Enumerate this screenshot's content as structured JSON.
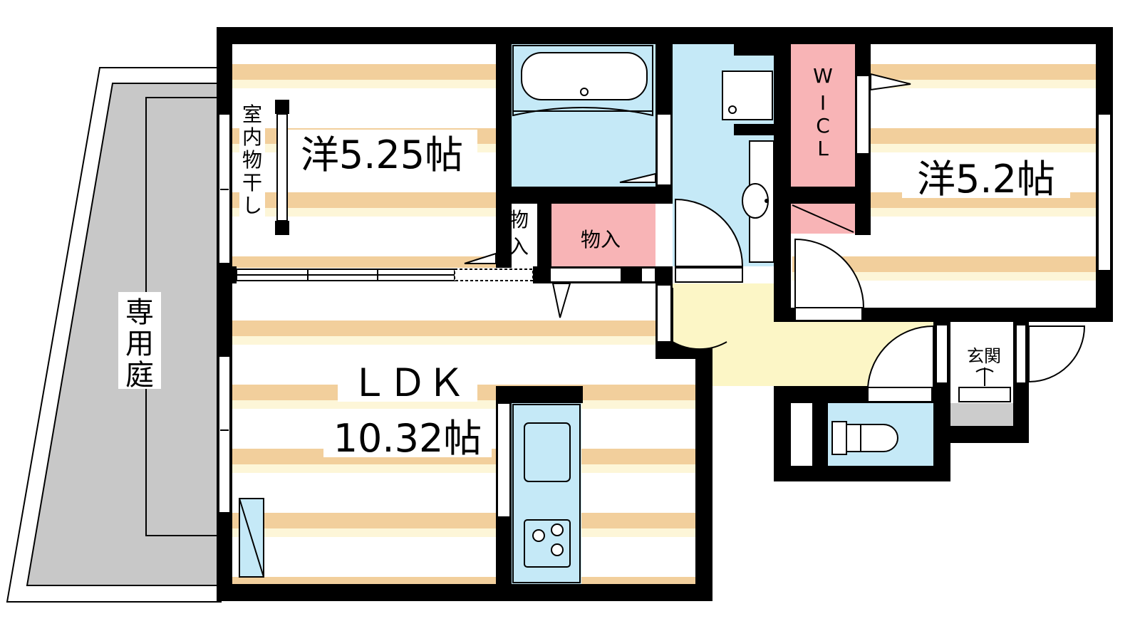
{
  "rooms": {
    "western_room_1": {
      "name": "洋5.25帖"
    },
    "western_room_2": {
      "name": "洋5.2帖"
    },
    "ldk": {
      "name": "ＬＤＫ",
      "size": "10.32帖"
    },
    "private_garden": {
      "chars": [
        "専",
        "用",
        "庭"
      ]
    },
    "indoor_drying": {
      "chars": [
        "室",
        "内",
        "物",
        "干",
        "し"
      ]
    },
    "walk_in_closet": {
      "chars": [
        "W",
        "I",
        "C",
        "L"
      ]
    },
    "storage_small": {
      "chars": [
        "物",
        "入"
      ]
    },
    "storage": {
      "name": "物入"
    },
    "entrance": {
      "name": "玄関"
    }
  },
  "colors": {
    "wall": "#000000",
    "floor_stripe": "#f2cf9c",
    "floor_stripe_light": "#fdf6d8",
    "wet_area": "#c5e9f7",
    "closet": "#f8b4b6",
    "hallway": "#fcf6c6",
    "garden": "#c8c8c8",
    "entrance_floor": "#cccccc"
  }
}
